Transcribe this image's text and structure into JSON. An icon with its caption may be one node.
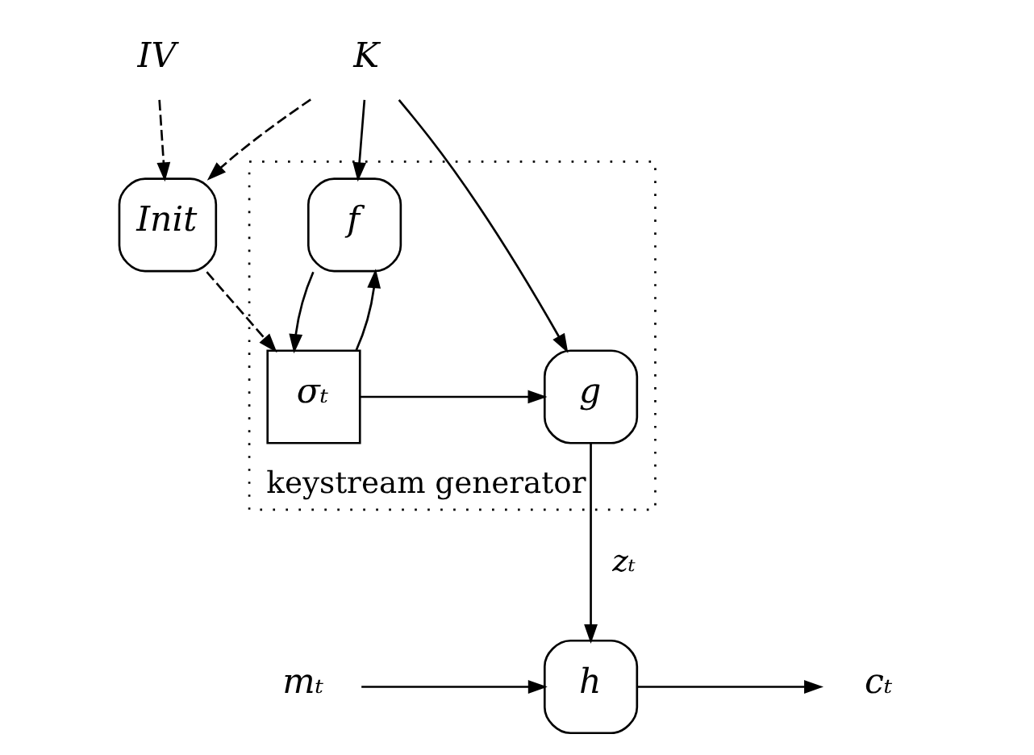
{
  "diagram": {
    "nodes": [
      {
        "text": [
          "IV"
        ]
      },
      {
        "text": [
          "K"
        ]
      },
      {
        "text": [
          "Init"
        ]
      },
      {
        "text": [
          "keystream generator"
        ]
      },
      {
        "text": [
          "f"
        ],
        "in": 3
      },
      {
        "text": [
          "σₜ"
        ],
        "in": 3
      },
      {
        "text": [
          "g"
        ],
        "in": 3
      },
      {
        "text": [
          "h"
        ]
      },
      {
        "text": [
          "mₜ"
        ]
      },
      {
        "text": [
          "cₜ"
        ]
      }
    ],
    "edges": [
      {
        "from": 0,
        "to": 2,
        "arrow": "to",
        "style": "dashed"
      },
      {
        "from": 1,
        "to": 2,
        "arrow": "to",
        "style": "dashed"
      },
      {
        "from": 2,
        "to": 5,
        "arrow": "to",
        "style": "dashed"
      },
      {
        "from": 1,
        "to": 4,
        "arrow": "to"
      },
      {
        "from": 1,
        "to": 6,
        "arrow": "to"
      },
      {
        "from": 4,
        "to": 5,
        "arrow": "to"
      },
      {
        "from": 5,
        "to": 6,
        "arrow": "to"
      },
      {
        "from": 5,
        "to": 4,
        "arrow": "to"
      },
      {
        "from": 6,
        "to": 7,
        "arrow": "to",
        "label": "zₜ"
      },
      {
        "from": 8,
        "to": 7,
        "arrow": "to"
      },
      {
        "from": 7,
        "to": 9,
        "arrow": "to"
      }
    ]
  }
}
